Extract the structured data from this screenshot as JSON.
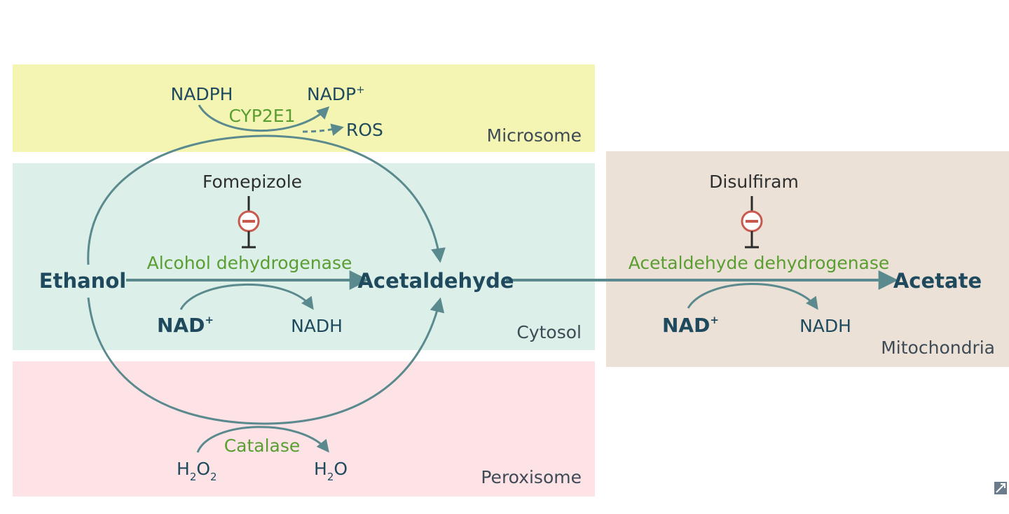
{
  "regions": {
    "microsome": {
      "label": "Microsome",
      "color": "#f4f5b3"
    },
    "cytosol": {
      "label": "Cytosol",
      "color": "#dcefe8"
    },
    "peroxisome": {
      "label": "Peroxisome",
      "color": "#fde3e6"
    },
    "mitochondria": {
      "label": "Mitochondria",
      "color": "#ebe1d6"
    }
  },
  "metabolites": {
    "ethanol": "Ethanol",
    "acetaldehyde": "Acetaldehyde",
    "acetate": "Acetate"
  },
  "microsome": {
    "enzyme": "CYP2E1",
    "cofactor_in": "NADPH",
    "cofactor_out_base": "NADP",
    "cofactor_out_sup": "+",
    "byproduct": "ROS"
  },
  "cytosol": {
    "enzyme": "Alcohol dehydrogenase",
    "inhibitor": "Fomepizole",
    "cofactor_in_base": "NAD",
    "cofactor_in_sup": "+",
    "cofactor_out": "NADH"
  },
  "peroxisome": {
    "enzyme": "Catalase",
    "substrate_parts": [
      "H",
      "2",
      "O",
      "2"
    ],
    "product_parts": [
      "H",
      "2",
      "O"
    ]
  },
  "mitochondria": {
    "enzyme": "Acetaldehyde dehydrogenase",
    "inhibitor": "Disulfiram",
    "cofactor_in_base": "NAD",
    "cofactor_in_sup": "+",
    "cofactor_out": "NADH"
  },
  "colors": {
    "arrow": "#5b8a8e",
    "enzyme_text": "#5a9e32",
    "metabolite_text": "#1f4a5e",
    "inhibitor_symbol": "#c7594f"
  },
  "icons": {
    "inhibitor": "minus-circle-icon",
    "corner": "expand-icon"
  }
}
